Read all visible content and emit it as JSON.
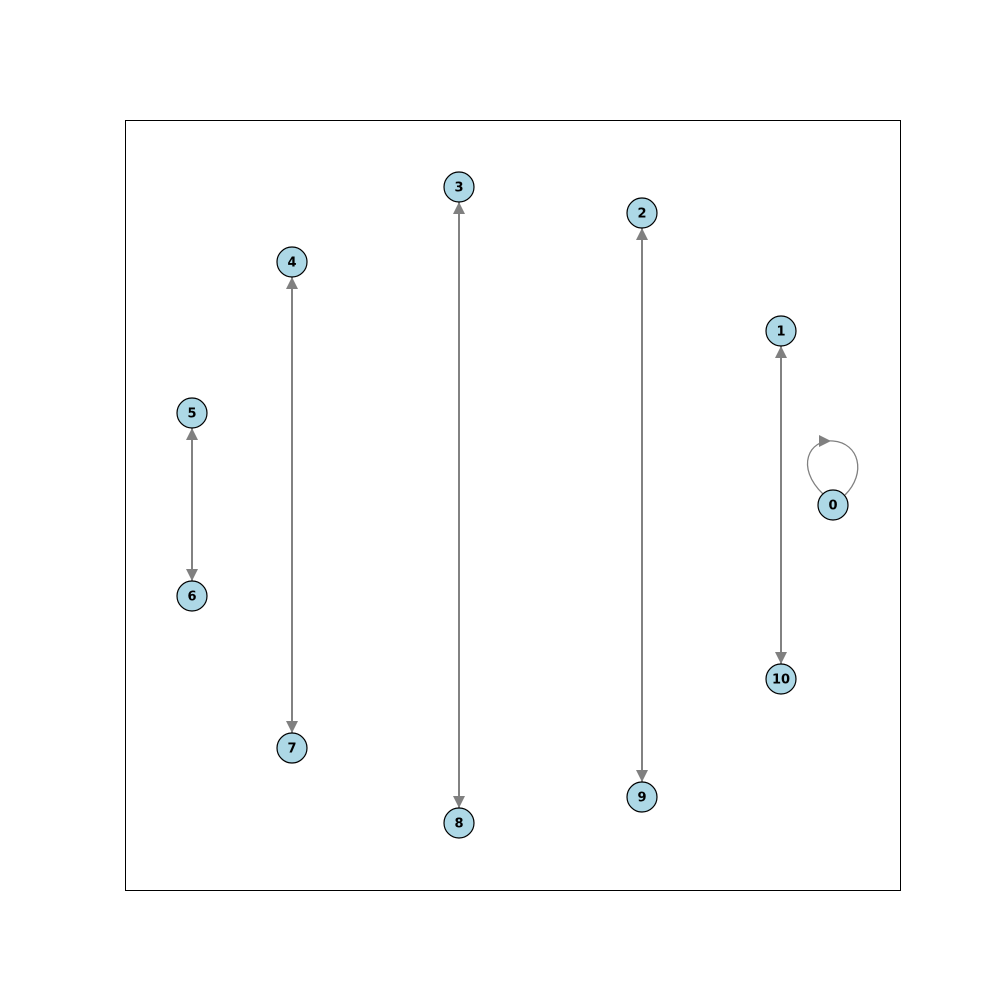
{
  "colors": {
    "node_fill": "#add8e6",
    "node_stroke": "#000000",
    "edge": "#808080",
    "frame": "#000000",
    "background": "#ffffff"
  },
  "nodes": [
    {
      "id": "0",
      "label": "0"
    },
    {
      "id": "1",
      "label": "1"
    },
    {
      "id": "2",
      "label": "2"
    },
    {
      "id": "3",
      "label": "3"
    },
    {
      "id": "4",
      "label": "4"
    },
    {
      "id": "5",
      "label": "5"
    },
    {
      "id": "6",
      "label": "6"
    },
    {
      "id": "7",
      "label": "7"
    },
    {
      "id": "8",
      "label": "8"
    },
    {
      "id": "9",
      "label": "9"
    },
    {
      "id": "10",
      "label": "10"
    }
  ],
  "edges": [
    {
      "source": "0",
      "target": "0"
    },
    {
      "source": "1",
      "target": "10"
    },
    {
      "source": "10",
      "target": "1"
    },
    {
      "source": "2",
      "target": "9"
    },
    {
      "source": "9",
      "target": "2"
    },
    {
      "source": "3",
      "target": "8"
    },
    {
      "source": "8",
      "target": "3"
    },
    {
      "source": "4",
      "target": "7"
    },
    {
      "source": "7",
      "target": "4"
    },
    {
      "source": "5",
      "target": "6"
    },
    {
      "source": "6",
      "target": "5"
    }
  ]
}
